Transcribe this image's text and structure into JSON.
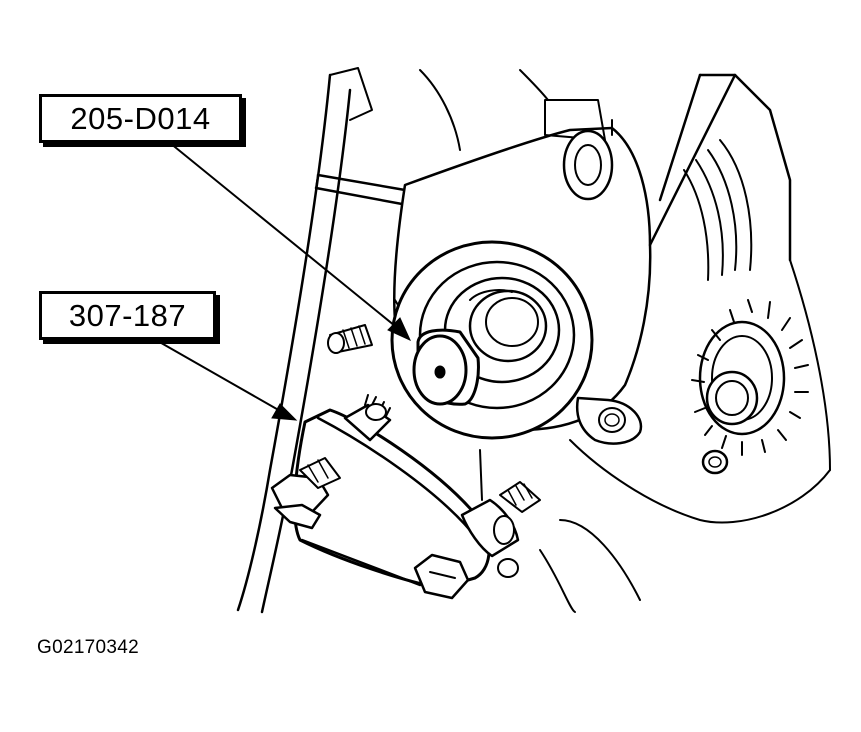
{
  "callouts": [
    {
      "label": "205-D014"
    },
    {
      "label": "307-187"
    }
  ],
  "figure_id": "G02170342"
}
